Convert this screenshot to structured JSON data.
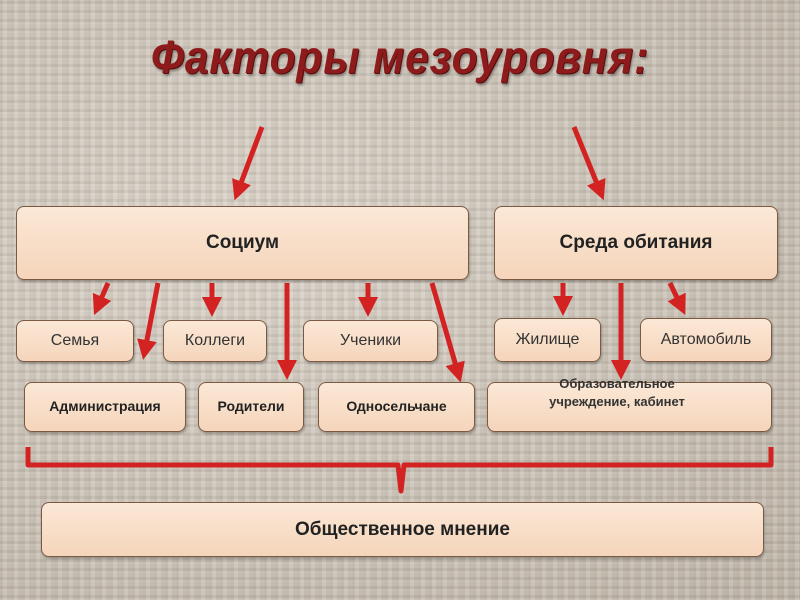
{
  "title": "Факторы мезоуровня:",
  "nodes": {
    "socium": "Социум",
    "sreda": "Среда обитания",
    "semya": "Семья",
    "kollegi": "Коллеги",
    "ucheniki": "Ученики",
    "zhilishche": "Жилище",
    "avtomobil": "Автомобиль",
    "administraciya": "Администрация",
    "roditeli": "Родители",
    "odnoselchane": "Односельчане",
    "obrazovatelnoe": "Образовательное учреждение, кабинет",
    "mnenie": "Общественное мнение"
  },
  "colors": {
    "arrow": "#d32222",
    "title": "#8e1b1b",
    "box_fill": "#f8dfc8",
    "box_border": "#7b5a44"
  }
}
